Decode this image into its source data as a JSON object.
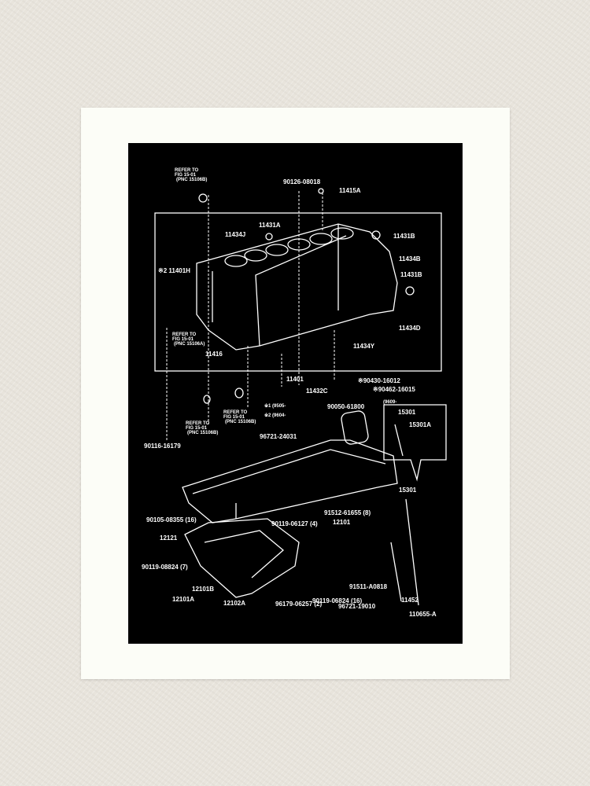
{
  "artwork": {
    "type": "art print mockup",
    "background_color": "#e8e4dc",
    "mat_color": "#fcfdf7",
    "print_color": "#000000",
    "line_color": "#ffffff"
  },
  "labels": {
    "refer1": [
      "REFER TO",
      "FIG 15-01",
      "(PNC 15106B)"
    ],
    "refer2": [
      "REFER TO",
      "FIG 15-01",
      "(PNC 15106A)"
    ],
    "refer3": [
      "REFER TO",
      "FIG 15-01",
      "(PNC 15106B)"
    ],
    "refer4": [
      "REFER TO",
      "FIG 15-01",
      "(PNC 15106B)"
    ],
    "note1": "※1 (9505-",
    "note2": "※2 (9604-",
    "note3": "(9609-",
    "parts": [
      "90126-08018",
      "11415A",
      "11434J",
      "11431A",
      "11431B",
      "11434B",
      "※2 11401H",
      "11431B",
      "11434D",
      "11416",
      "11434Y",
      "11401",
      "11432C",
      "※90430-16012",
      "※90462-16015",
      "90050-61800",
      "15301",
      "15301A",
      "90116-16179",
      "96721-24031",
      "15301",
      "91512-61655 (8)",
      "90105-08355 (16)",
      "90119-06127 (4)",
      "12101",
      "12121",
      "90119-08824 (7)",
      "12101B",
      "12101A",
      "12102A",
      "90119-06824 (16)",
      "91511-A0818",
      "96179-06257 (2)",
      "96721-19010",
      "11452"
    ],
    "figure_code": "110655-A"
  }
}
